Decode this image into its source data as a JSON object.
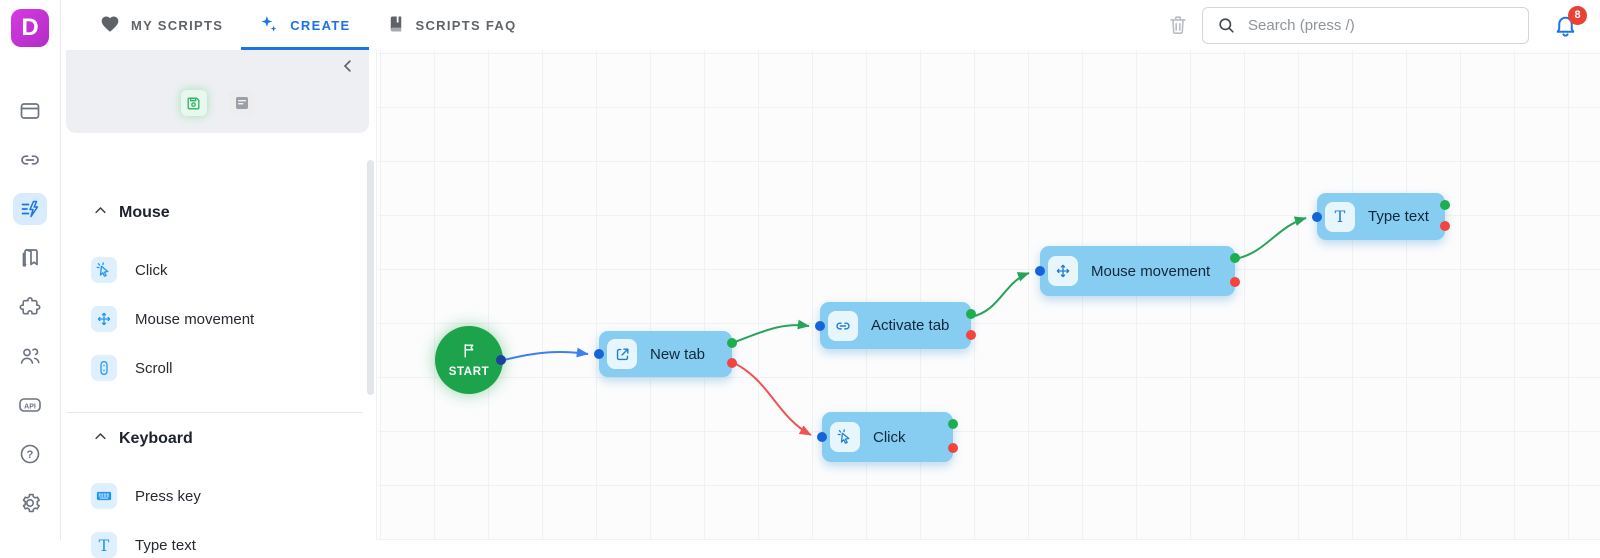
{
  "brand": {
    "logo_letter": "D"
  },
  "topbar": {
    "tabs": [
      {
        "label": "MY SCRIPTS"
      },
      {
        "label": "CREATE"
      },
      {
        "label": "SCRIPTS FAQ"
      }
    ],
    "search_placeholder": "Search (press /)",
    "notifications_count": "8"
  },
  "rail": {
    "items": [
      "browser-profiles",
      "proxy",
      "automation",
      "templates",
      "extensions",
      "team",
      "api",
      "help",
      "settings"
    ],
    "active_item": "automation",
    "api_label": "API",
    "help_glyph": "?"
  },
  "panel": {
    "sections": [
      {
        "title": "Mouse",
        "items": [
          {
            "label": "Click"
          },
          {
            "label": "Mouse movement"
          },
          {
            "label": "Scroll"
          }
        ]
      },
      {
        "title": "Keyboard",
        "items": [
          {
            "label": "Press key"
          },
          {
            "label": "Type text"
          }
        ]
      }
    ],
    "type_glyph": "T"
  },
  "canvas": {
    "start_label": "START",
    "nodes": [
      {
        "label": "New tab"
      },
      {
        "label": "Activate tab"
      },
      {
        "label": "Mouse movement"
      },
      {
        "label": "Type text"
      },
      {
        "label": "Click"
      }
    ],
    "type_glyph": "T"
  },
  "colors": {
    "accent": "#1a73e8",
    "node_fill": "#87cdf1",
    "start_green": "#1ca34c",
    "port_in": "#1565d8",
    "port_success": "#1fae4d",
    "port_error": "#f2453d",
    "badge_red": "#e94235",
    "logo_purple": "#c535d4"
  }
}
